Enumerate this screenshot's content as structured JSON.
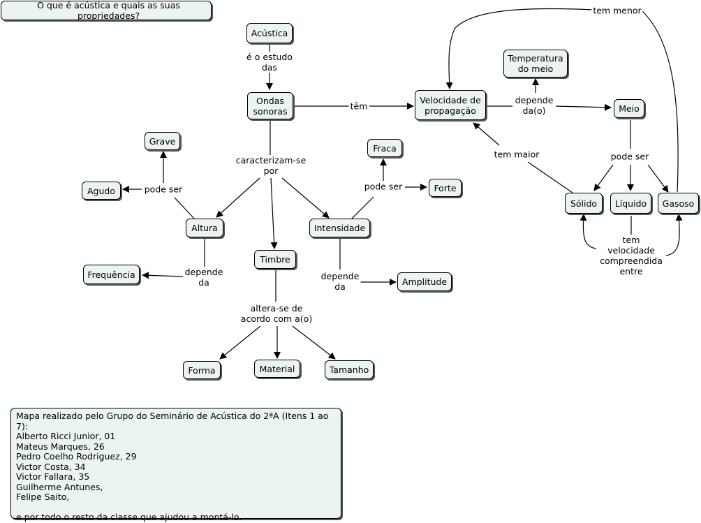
{
  "title": "O que é acústica e quais as suas propriedades?",
  "nodes": {
    "acustica": "Acústica",
    "ondas": "Ondas\nsonoras",
    "velocidade": "Velocidade de\npropagação",
    "temperatura": "Temperatura\ndo meio",
    "meio": "Meio",
    "solido": "Sólido",
    "liquido": "Líquido",
    "gasoso": "Gasoso",
    "grave": "Grave",
    "agudo": "Agudo",
    "altura": "Altura",
    "frequencia": "Frequência",
    "timbre": "Timbre",
    "intensidade": "Intensidade",
    "fraca": "Fraca",
    "forte": "Forte",
    "amplitude": "Amplitude",
    "forma": "Forma",
    "material": "Material",
    "tamanho": "Tamanho"
  },
  "links": {
    "estudo": "é o estudo\ndas",
    "tem": "têm",
    "depende_velocidade": "depende\nda(o)",
    "tem_menor": "tem menor",
    "tem_maior": "tem maior",
    "pode_ser_meio": "pode ser",
    "tem_velocidade": "tem velocidade\ncompreendida\nentre",
    "caracterizam": "caracterizam-se\npor",
    "pode_ser_altura": "pode ser",
    "depende_altura": "depende\nda",
    "pode_ser_intensidade": "pode ser",
    "depende_intensidade": "depende\nda",
    "altera": "altera-se de\nacordo com a(o)"
  },
  "credits": "Mapa realizado pelo Grupo do Seminário de Acústica do 2ªA (Itens 1 ao 7):\nAlberto Ricci Junior, 01\nMateus Marques, 26\nPedro Coelho Rodriguez, 29\nVictor Costa, 34\nVictor Fallara, 35\nGuilherme Antunes,\nFelipe Saito,\n\ne por todo o resto da classe que ajudou a montá-lo."
}
